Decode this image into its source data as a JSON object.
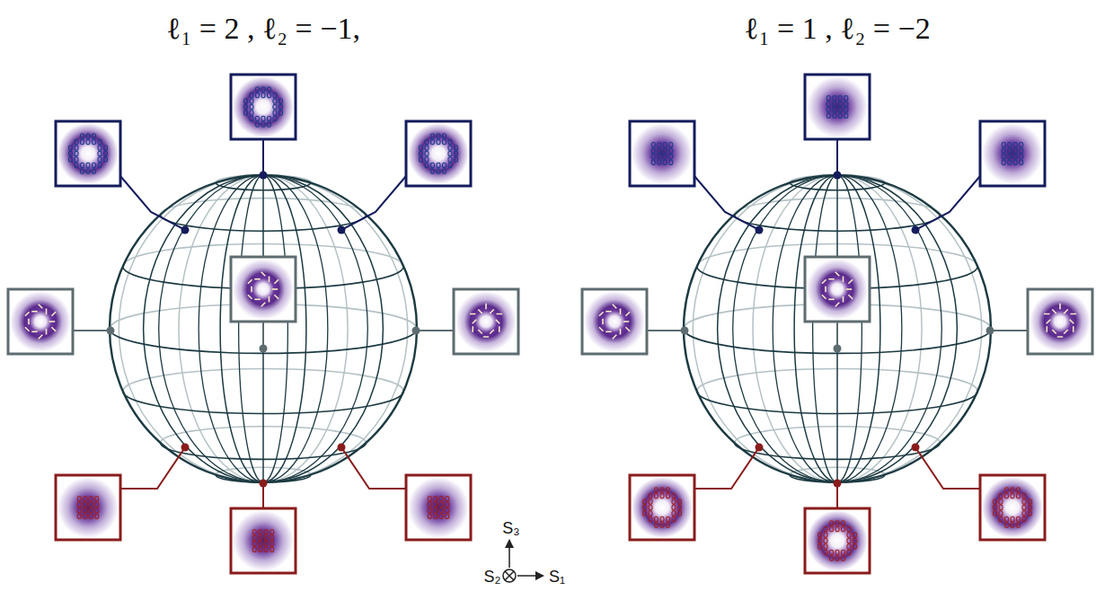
{
  "diagram": {
    "labels": [
      "ℓ₁ = 2 , ℓ₂ = −1,",
      "ℓ₁ = 1 , ℓ₂ = −2",
      "S₃",
      "S₂",
      "S₁"
    ]
  }
}
